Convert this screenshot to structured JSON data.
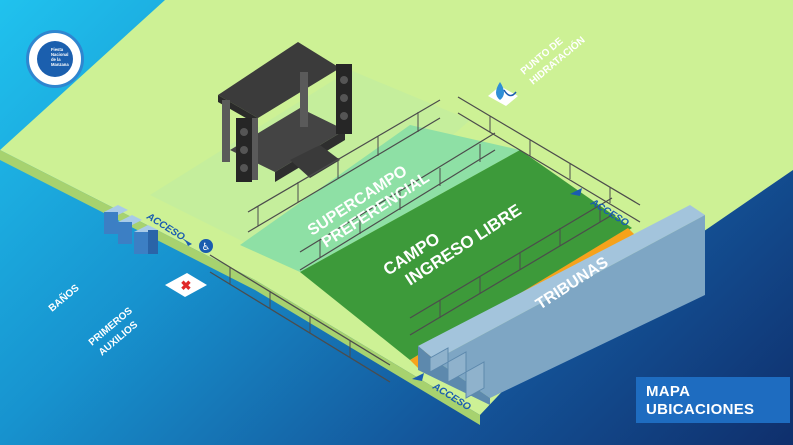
{
  "map": {
    "logo": {
      "name": "apple-logo",
      "text_lines": [
        "Fiesta",
        "Nacional",
        "de la",
        "Manzana"
      ]
    },
    "zones": {
      "supercampo": [
        "SUPERCAMPO",
        "PREFERENCIAL"
      ],
      "campo": [
        "CAMPO",
        "INGRESO LIBRE"
      ],
      "tribunas": "TRIBUNAS"
    },
    "labels": {
      "hydration": [
        "PUNTO DE",
        "HIDRATACIÓN"
      ],
      "banos": "BAÑOS",
      "primeros_auxilios": [
        "PRIMEROS",
        "AUXILIOS"
      ],
      "acceso_left": "ACCESO",
      "acceso_right": "ACCESO",
      "acceso_bottom": "ACCESO"
    },
    "legend": {
      "line1": "MAPA",
      "line2": "UBICACIONES"
    },
    "colors": {
      "ground": "#cdf195",
      "supercampo": "#8ee0a5",
      "campo": "#3d9a3a",
      "tribunas": "#7ea6c4",
      "orange_strip": "#f6a21b",
      "legend_bg": "#1e6cc0"
    }
  }
}
